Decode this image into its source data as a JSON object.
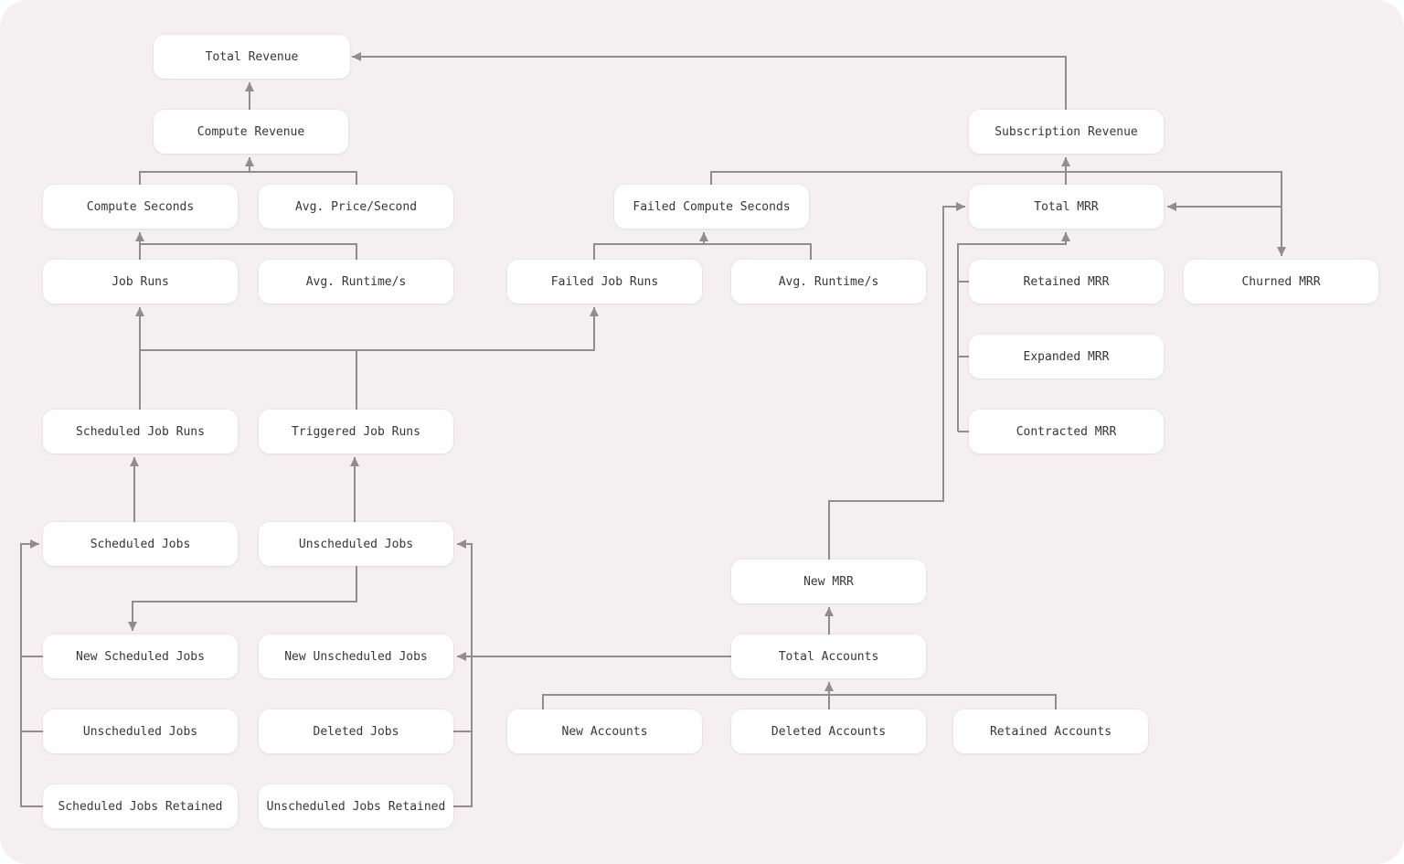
{
  "diagram_title": "Revenue metric tree",
  "palette": {
    "canvas_background": "#f4eff0",
    "page_background": "#ffffff",
    "node_fill": "#fefefe",
    "edge_color": "#918d8e",
    "text_color": "#3a3637"
  },
  "nodes": {
    "total_revenue": {
      "label": "Total Revenue"
    },
    "compute_revenue": {
      "label": "Compute Revenue"
    },
    "subscription_revenue": {
      "label": "Subscription Revenue"
    },
    "compute_seconds": {
      "label": "Compute Seconds"
    },
    "avg_price_second": {
      "label": "Avg. Price/Second"
    },
    "failed_compute_seconds": {
      "label": "Failed Compute Seconds"
    },
    "total_mrr": {
      "label": "Total MRR"
    },
    "job_runs": {
      "label": "Job Runs"
    },
    "avg_runtime_1": {
      "label": "Avg. Runtime/s"
    },
    "failed_job_runs": {
      "label": "Failed Job Runs"
    },
    "avg_runtime_2": {
      "label": "Avg. Runtime/s"
    },
    "retained_mrr": {
      "label": "Retained MRR"
    },
    "churned_mrr": {
      "label": "Churned MRR"
    },
    "expanded_mrr": {
      "label": "Expanded MRR"
    },
    "contracted_mrr": {
      "label": "Contracted MRR"
    },
    "scheduled_job_runs": {
      "label": "Scheduled Job Runs"
    },
    "triggered_job_runs": {
      "label": "Triggered Job Runs"
    },
    "scheduled_jobs": {
      "label": "Scheduled Jobs"
    },
    "unscheduled_jobs": {
      "label": "Unscheduled Jobs"
    },
    "new_mrr": {
      "label": "New MRR"
    },
    "new_scheduled_jobs": {
      "label": "New Scheduled Jobs"
    },
    "new_unscheduled_jobs": {
      "label": "New Unscheduled Jobs"
    },
    "total_accounts": {
      "label": "Total Accounts"
    },
    "unscheduled_jobs_2": {
      "label": "Unscheduled Jobs"
    },
    "deleted_jobs": {
      "label": "Deleted Jobs"
    },
    "new_accounts": {
      "label": "New Accounts"
    },
    "deleted_accounts": {
      "label": "Deleted Accounts"
    },
    "retained_accounts": {
      "label": "Retained Accounts"
    },
    "scheduled_jobs_retained": {
      "label": "Scheduled Jobs Retained"
    },
    "unscheduled_jobs_retained": {
      "label": "Unscheduled Jobs Retained"
    }
  },
  "edges": [
    {
      "from": "compute_revenue",
      "to": "total_revenue"
    },
    {
      "from": "subscription_revenue",
      "to": "total_revenue"
    },
    {
      "from": "compute_seconds",
      "to": "compute_revenue"
    },
    {
      "from": "avg_price_second",
      "to": "compute_revenue"
    },
    {
      "from": "job_runs",
      "to": "compute_seconds"
    },
    {
      "from": "avg_runtime_1",
      "to": "compute_seconds"
    },
    {
      "from": "total_mrr",
      "to": "subscription_revenue"
    },
    {
      "from": "failed_job_runs",
      "to": "failed_compute_seconds"
    },
    {
      "from": "avg_runtime_2",
      "to": "failed_compute_seconds"
    },
    {
      "from": "failed_compute_seconds",
      "to": "churned_mrr"
    },
    {
      "from": "churned_mrr",
      "to": "total_mrr"
    },
    {
      "from": "retained_mrr",
      "to": "total_mrr"
    },
    {
      "from": "expanded_mrr",
      "to": "total_mrr"
    },
    {
      "from": "contracted_mrr",
      "to": "total_mrr"
    },
    {
      "from": "new_mrr",
      "to": "total_mrr"
    },
    {
      "from": "scheduled_job_runs",
      "to": "job_runs"
    },
    {
      "from": "triggered_job_runs",
      "to": "job_runs"
    },
    {
      "from": "scheduled_job_runs",
      "to": "failed_job_runs"
    },
    {
      "from": "triggered_job_runs",
      "to": "failed_job_runs"
    },
    {
      "from": "scheduled_jobs",
      "to": "scheduled_job_runs"
    },
    {
      "from": "unscheduled_jobs",
      "to": "triggered_job_runs"
    },
    {
      "from": "unscheduled_jobs",
      "to": "new_scheduled_jobs"
    },
    {
      "from": "new_scheduled_jobs",
      "to": "scheduled_jobs"
    },
    {
      "from": "unscheduled_jobs_2",
      "to": "scheduled_jobs"
    },
    {
      "from": "scheduled_jobs_retained",
      "to": "scheduled_jobs"
    },
    {
      "from": "deleted_jobs",
      "to": "unscheduled_jobs"
    },
    {
      "from": "unscheduled_jobs_retained",
      "to": "unscheduled_jobs"
    },
    {
      "from": "total_accounts",
      "to": "new_unscheduled_jobs"
    },
    {
      "from": "total_accounts",
      "to": "new_mrr"
    },
    {
      "from": "new_accounts",
      "to": "total_accounts"
    },
    {
      "from": "deleted_accounts",
      "to": "total_accounts"
    },
    {
      "from": "retained_accounts",
      "to": "total_accounts"
    }
  ]
}
